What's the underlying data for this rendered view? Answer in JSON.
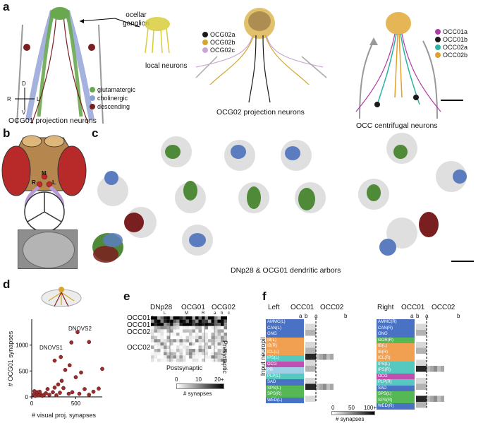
{
  "panels": {
    "a": {
      "label": "a",
      "ocellar": "ocellar",
      "ganglion": "ganglion",
      "local_neurons": "local neurons",
      "ocg01_caption": "OCG01 projection neurons",
      "ocg02_caption": "OCG02 projection neurons",
      "occ_caption": "OCC centrifugal neurons",
      "axis": {
        "d": "D",
        "v": "V",
        "r": "R",
        "l": "L"
      },
      "ocg01_legend": [
        {
          "label": "glutamatergic",
          "color": "#6aa84f"
        },
        {
          "label": "cholinergic",
          "color": "#8e9fd4"
        },
        {
          "label": "descending",
          "color": "#7a1f1f"
        }
      ],
      "ocg02_legend": [
        {
          "label": "OCG02a",
          "color": "#1a1a1a"
        },
        {
          "label": "OCG02b",
          "color": "#d4a72c"
        },
        {
          "label": "OCG02c",
          "color": "#c9a6d6"
        }
      ],
      "occ_legend": [
        {
          "label": "OCC01a",
          "color": "#b03aa8"
        },
        {
          "label": "OCC01b",
          "color": "#1a1a1a"
        },
        {
          "label": "OCC02a",
          "color": "#2bb3a3"
        },
        {
          "label": "OCC02b",
          "color": "#e0a22a"
        }
      ]
    },
    "b": {
      "label": "b",
      "m": "M",
      "r": "R",
      "l": "L"
    },
    "c": {
      "label": "c",
      "caption": "DNp28 & OCG01 dendritic arbors"
    },
    "d": {
      "label": "d",
      "ylabel": "# OCG01 synapses",
      "xlabel": "# visual proj. synapses",
      "annot1": "DNOVS2",
      "annot2": "DNOVS1"
    },
    "e": {
      "label": "e",
      "cols": {
        "dnp28": "DNp28",
        "ocg01": "OCG01",
        "ocg02": "OCG02"
      },
      "sub": {
        "l": "L",
        "m": "M",
        "r": "R",
        "a": "a",
        "b": "b",
        "c": "c"
      },
      "rows": [
        "OCC01a",
        "OCC01b",
        "OCC02a",
        "OCC02b"
      ],
      "presyn": "Presynaptic",
      "postsyn": "Postsynaptic",
      "cbar_ticks": [
        "0",
        "10",
        "20+"
      ],
      "cbar_label": "# synapses"
    },
    "f": {
      "label": "f",
      "left": "Left",
      "right": "Right",
      "occ01": "OCC01",
      "occ02": "OCC02",
      "a": "a",
      "b": "b",
      "ylabel": "Input neuropil",
      "cbar_ticks": [
        "0",
        "50",
        "100+"
      ],
      "cbar_label": "# synapses",
      "neuropils_left": [
        {
          "name": "AMMC(L)",
          "color": "#4a72c4"
        },
        {
          "name": "CAN(L)",
          "color": "#4a72c4"
        },
        {
          "name": "GNG",
          "color": "#4a72c4"
        },
        {
          "name": "IB(L)",
          "color": "#f0a050"
        },
        {
          "name": "IB(R)",
          "color": "#f0a050"
        },
        {
          "name": "ICL(L)",
          "color": "#f0a050"
        },
        {
          "name": "IPS(L)",
          "color": "#55c8c0"
        },
        {
          "name": "OCG",
          "color": "#c050b0"
        },
        {
          "name": "PB",
          "color": "#9fd0e8"
        },
        {
          "name": "PLP(L)",
          "color": "#55c8c0"
        },
        {
          "name": "SAD",
          "color": "#4a72c4"
        },
        {
          "name": "SPS(L)",
          "color": "#55b855"
        },
        {
          "name": "SPS(R)",
          "color": "#55b855"
        },
        {
          "name": "WED(L)",
          "color": "#4a72c4"
        }
      ],
      "neuropils_right": [
        {
          "name": "AMMC(R)",
          "color": "#4a72c4"
        },
        {
          "name": "CAN(R)",
          "color": "#4a72c4"
        },
        {
          "name": "GNG",
          "color": "#4a72c4"
        },
        {
          "name": "GOR(R)",
          "color": "#55b855"
        },
        {
          "name": "IB(L)",
          "color": "#f0a050"
        },
        {
          "name": "IB(R)",
          "color": "#f0a050"
        },
        {
          "name": "ICL(R)",
          "color": "#f0a050"
        },
        {
          "name": "IPS(L)",
          "color": "#55c8c0"
        },
        {
          "name": "IPS(R)",
          "color": "#55c8c0"
        },
        {
          "name": "OCG",
          "color": "#c050b0"
        },
        {
          "name": "PLP(R)",
          "color": "#55c8c0"
        },
        {
          "name": "SAD",
          "color": "#4a72c4"
        },
        {
          "name": "SPS(L)",
          "color": "#55b855"
        },
        {
          "name": "SPS(R)",
          "color": "#55b855"
        },
        {
          "name": "WED(R)",
          "color": "#4a72c4"
        }
      ]
    }
  },
  "chart_data": {
    "type": "scatter",
    "xlabel": "# visual proj. synapses",
    "ylabel": "# OCG01 synapses",
    "xlim": [
      0,
      800
    ],
    "ylim": [
      0,
      1500
    ],
    "xticks": [
      0,
      500
    ],
    "yticks": [
      0,
      500,
      1000
    ],
    "points": [
      [
        20,
        40
      ],
      [
        40,
        20
      ],
      [
        60,
        60
      ],
      [
        80,
        30
      ],
      [
        100,
        50
      ],
      [
        120,
        20
      ],
      [
        140,
        40
      ],
      [
        60,
        90
      ],
      [
        30,
        110
      ],
      [
        90,
        100
      ],
      [
        160,
        70
      ],
      [
        200,
        40
      ],
      [
        240,
        90
      ],
      [
        280,
        30
      ],
      [
        320,
        80
      ],
      [
        180,
        150
      ],
      [
        260,
        180
      ],
      [
        300,
        240
      ],
      [
        340,
        310
      ],
      [
        360,
        170
      ],
      [
        420,
        60
      ],
      [
        460,
        90
      ],
      [
        500,
        380
      ],
      [
        540,
        60
      ],
      [
        600,
        150
      ],
      [
        650,
        40
      ],
      [
        700,
        100
      ],
      [
        760,
        160
      ],
      [
        380,
        520
      ],
      [
        430,
        610
      ],
      [
        560,
        470
      ],
      [
        800,
        540
      ],
      [
        650,
        1060
      ],
      [
        330,
        770
      ],
      [
        260,
        700
      ],
      [
        450,
        1050
      ],
      [
        520,
        1250
      ]
    ]
  }
}
